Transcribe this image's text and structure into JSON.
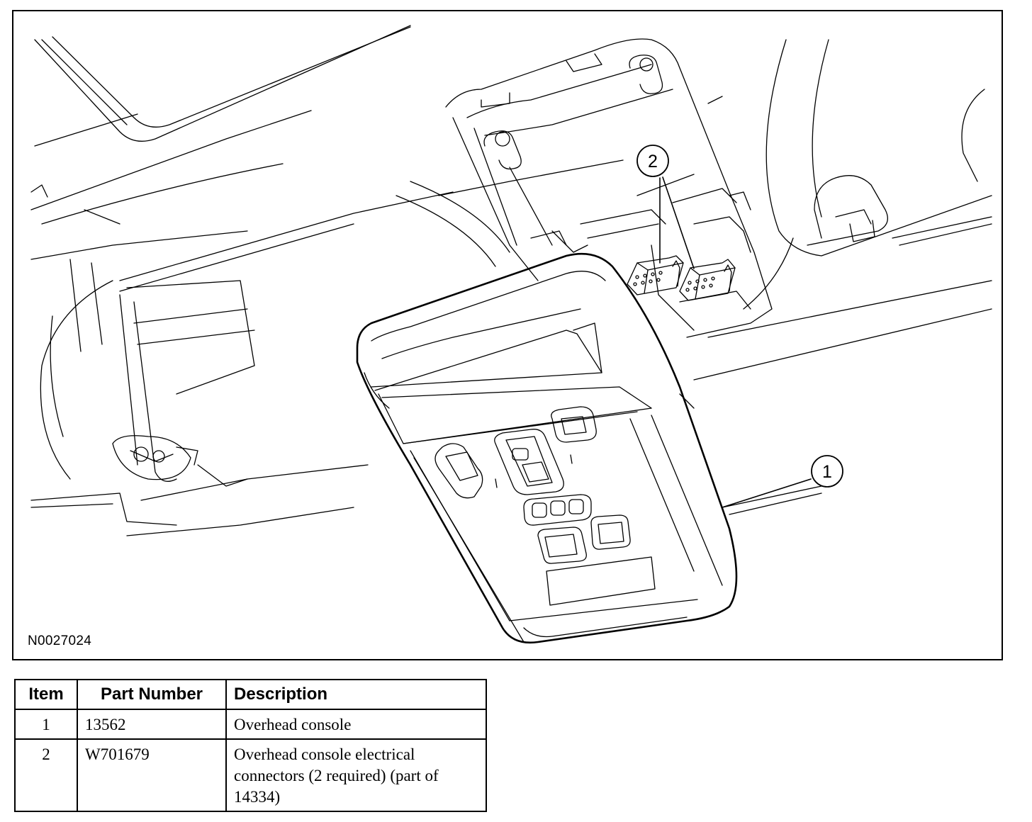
{
  "figure": {
    "id_label": "N0027024",
    "callouts": [
      "1",
      "2"
    ]
  },
  "parts_table": {
    "headers": [
      "Item",
      "Part Number",
      "Description"
    ],
    "rows": [
      {
        "item": "1",
        "part_number": "13562",
        "description": "Overhead console"
      },
      {
        "item": "2",
        "part_number": "W701679",
        "description": "Overhead console electrical connectors (2 required) (part of 14334)"
      }
    ]
  }
}
